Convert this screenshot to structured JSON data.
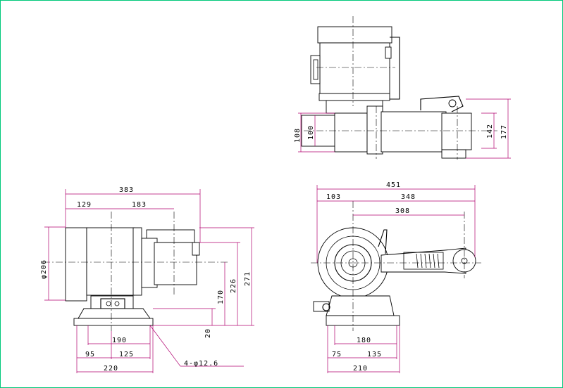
{
  "drawing": {
    "colors": {
      "background": "#ffffff",
      "lines": "#000000",
      "dimension_lines": "#b0006f",
      "frame": "#00c87a"
    },
    "top_view": {
      "dims": {
        "d108": "108",
        "d100": "100",
        "d142": "142",
        "d177": "177"
      }
    },
    "front_view": {
      "dims": {
        "d383": "383",
        "d129": "129",
        "d183": "183",
        "d206": "φ206",
        "d170": "170",
        "d226": "226",
        "d271": "271",
        "d20": "20",
        "d190": "190",
        "d95": "95",
        "d125": "125",
        "d220": "220",
        "holes": "4-φ12.6"
      }
    },
    "side_view": {
      "dims": {
        "d451": "451",
        "d103": "103",
        "d348": "348",
        "d308": "308",
        "d180": "180",
        "d75": "75",
        "d135": "135",
        "d210": "210"
      }
    }
  }
}
